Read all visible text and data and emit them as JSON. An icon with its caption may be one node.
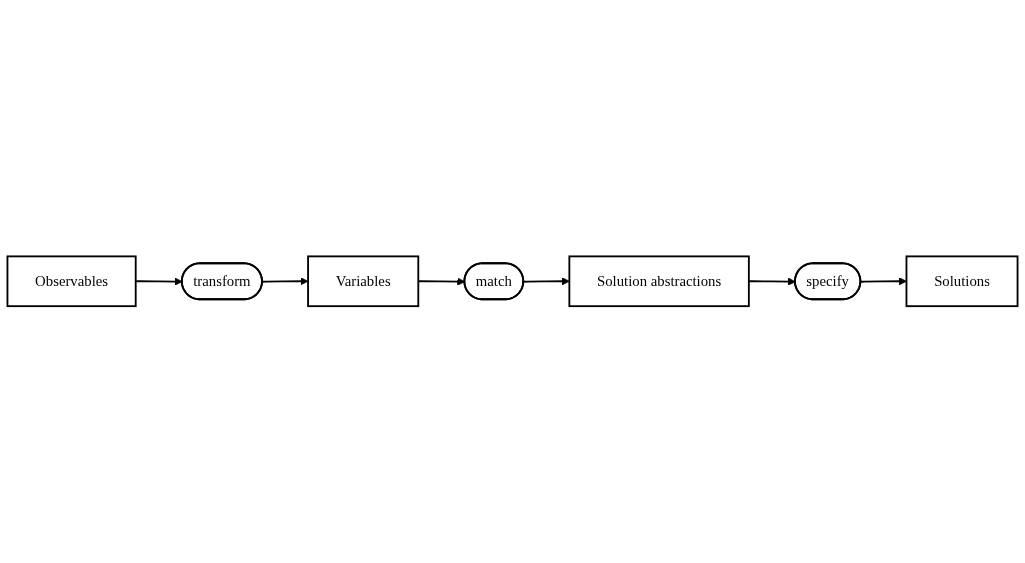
{
  "diagram": {
    "nodes": [
      {
        "text": [
          "Observables"
        ]
      },
      {
        "text": [
          "transform"
        ]
      },
      {
        "text": [
          "Variables"
        ]
      },
      {
        "text": [
          "match"
        ]
      },
      {
        "text": [
          "Solution abstractions"
        ]
      },
      {
        "text": [
          "specify"
        ]
      },
      {
        "text": [
          "Solutions"
        ]
      }
    ],
    "edges": [
      {
        "from": 0,
        "to": 1,
        "arrow": "to"
      },
      {
        "from": 1,
        "to": 2,
        "arrow": "to"
      },
      {
        "from": 2,
        "to": 3,
        "arrow": "to"
      },
      {
        "from": 3,
        "to": 4,
        "arrow": "to"
      },
      {
        "from": 4,
        "to": 5,
        "arrow": "to"
      },
      {
        "from": 5,
        "to": 6,
        "arrow": "to"
      }
    ]
  }
}
